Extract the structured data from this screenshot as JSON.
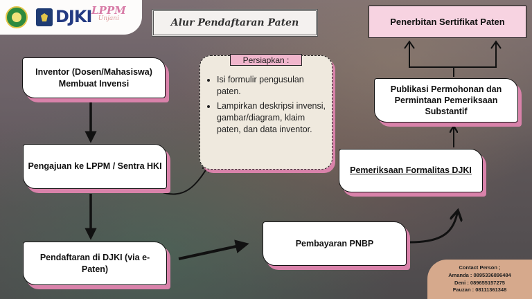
{
  "title": "Alur Pendaftaran Paten",
  "steps": [
    {
      "label": "Inventor (Dosen/Mahasiswa) Membuat Invensi"
    },
    {
      "label": "Pengajuan ke LPPM / Sentra HKI"
    },
    {
      "label": "Pendaftaran di DJKI (via e-Paten)"
    },
    {
      "label": "Pembayaran PNBP"
    },
    {
      "label": "Pemeriksaan Formalitas DJKI"
    },
    {
      "label": "Publikasi Permohonan dan Permintaan Pemeriksaan Substantif"
    }
  ],
  "final": {
    "label": "Penerbitan Sertifikat Paten"
  },
  "prep": {
    "tag": "Persiapkan :",
    "items": [
      "Isi formulir pengusulan paten.",
      "Lampirkan deskripsi invensi, gambar/diagram, klaim paten, dan data inventor."
    ]
  },
  "contact": {
    "title": "Contact Person ;",
    "lines": [
      "Amanda : 0895336896484",
      "Deni : 089655157275",
      "Fauzan : 08111361348"
    ]
  },
  "colors": {
    "accent_pink": "#d982aa",
    "final_box": "#f7d3e1",
    "contact_panel": "#d6a98c",
    "prep_panel": "#efe9de"
  },
  "logos": [
    "university-seal-logo",
    "kemenkumham-logo",
    "djki-logo",
    "lppm-logo"
  ]
}
